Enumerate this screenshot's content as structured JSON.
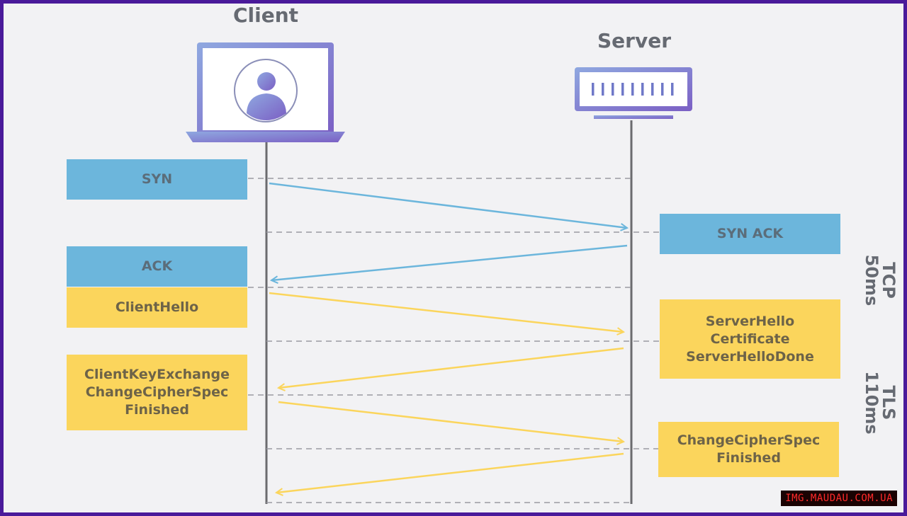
{
  "actors": {
    "client": "Client",
    "server": "Server"
  },
  "messages": {
    "syn": "SYN",
    "syn_ack": "SYN ACK",
    "ack": "ACK",
    "client_hello": "ClientHello",
    "server_hello": "ServerHello\nCertificate\nServerHelloDone",
    "client_key_exchange": "ClientKeyExchange\nChangeCipherSpec\nFinished",
    "server_change_cipher": "ChangeCipherSpec\nFinished"
  },
  "phases": {
    "tcp": "TCP\n50ms",
    "tls": "TLS\n110ms"
  },
  "watermark": "IMG.MAUDAU.COM.UA",
  "colors": {
    "tcp": "#6cb6dc",
    "tls": "#fbd55c",
    "frame": "#4a1a9a",
    "device": "#7b6fc9"
  }
}
